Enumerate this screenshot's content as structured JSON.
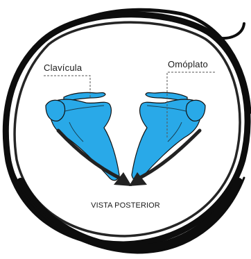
{
  "labels": {
    "clavicle": "Clavícula",
    "scapula": "Omóplato",
    "caption": "VISTA POSTERIOR"
  },
  "colors": {
    "bone_fill": "#29a9e8",
    "bone_outline": "#111111",
    "ring": "#0d0d0d",
    "arrow": "#222222",
    "leader_line": "#555555",
    "background": "#ffffff"
  }
}
